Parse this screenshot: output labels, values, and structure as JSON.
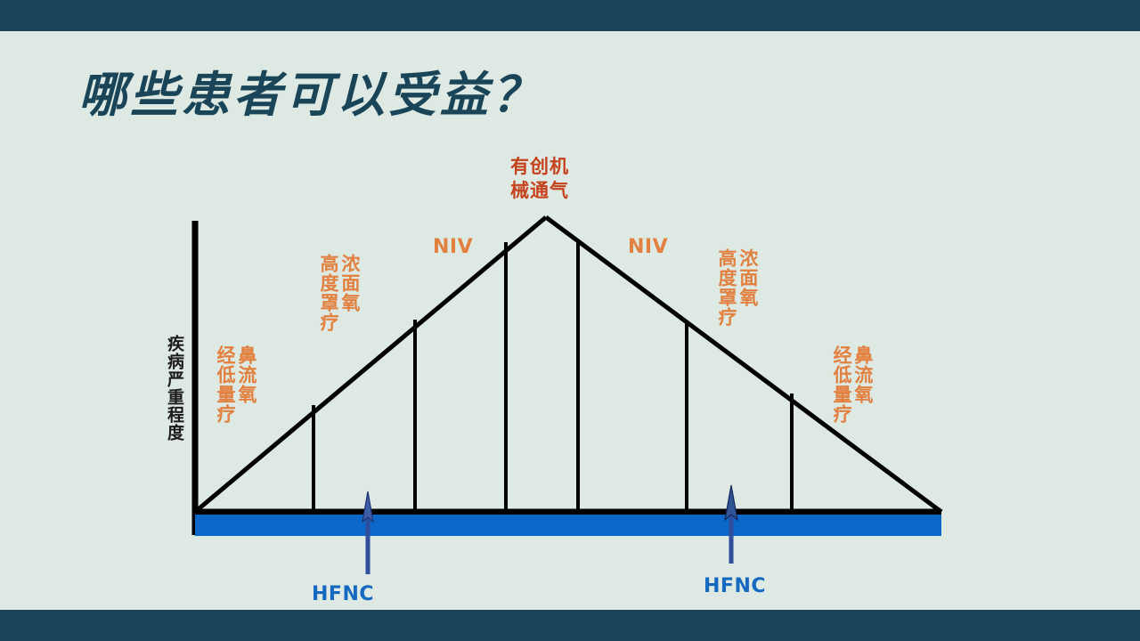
{
  "slide": {
    "title": "哪些患者可以受益？",
    "background_color": "#dde9e2",
    "band_color": "#1a4558"
  },
  "colors": {
    "accent_orange": "#e2803f",
    "peak_red": "#c5421c",
    "hfnc_blue": "#1569c0",
    "bar_blue": "#0b68c8",
    "line_black": "#000000",
    "title_teal": "#1a4558",
    "arrow_blue": "#2d4f9e"
  },
  "chart_data": {
    "type": "diagram",
    "title": "哪些患者可以受益？",
    "ylabel": "疾病严重程度",
    "xlabel": "",
    "description": "呼吸支持升级与降级阶梯三角图",
    "peak_label": "有创机械通气",
    "stages": [
      {
        "side": "ascending",
        "label": "经鼻低流量氧疗",
        "columns": [
          "经低量疗",
          "鼻流氧"
        ]
      },
      {
        "side": "ascending",
        "label": "高浓度面罩氧疗",
        "columns": [
          "高度罩疗",
          "浓面氧"
        ]
      },
      {
        "side": "ascending",
        "label": "NIV",
        "columns": [
          "NIV"
        ]
      },
      {
        "side": "peak",
        "label": "有创机械通气",
        "columns": [
          "有创机",
          "械通气"
        ]
      },
      {
        "side": "descending",
        "label": "NIV",
        "columns": [
          "NIV"
        ]
      },
      {
        "side": "descending",
        "label": "高浓度面罩氧疗",
        "columns": [
          "高度罩疗",
          "浓面氧"
        ]
      },
      {
        "side": "descending",
        "label": "经鼻低流量氧疗",
        "columns": [
          "经低量疗",
          "鼻流氧"
        ]
      }
    ],
    "annotations": [
      {
        "name": "hfnc-left",
        "label": "HFNC",
        "side": "ascending"
      },
      {
        "name": "hfnc-right",
        "label": "HFNC",
        "side": "descending"
      }
    ],
    "baseline_bar": {
      "label": "",
      "color": "#0b68c8"
    }
  },
  "axis": {
    "y_caption": "疾病严重程度"
  },
  "labels": {
    "peak": {
      "line1": "有创机",
      "line2": "械通气"
    },
    "niv_left": "NIV",
    "niv_right": "NIV",
    "oxy_left": {
      "col_left": "经低量疗",
      "col_right": "鼻流氧"
    },
    "mask_left": {
      "col_left": "高度罩疗",
      "col_right": "浓面氧"
    },
    "mask_right": {
      "col_left": "高度罩疗",
      "col_right": "浓面氧"
    },
    "oxy_right": {
      "col_left": "经低量疗",
      "col_right": "鼻流氧"
    },
    "hfnc_left": "HFNC",
    "hfnc_right": "HFNC"
  }
}
